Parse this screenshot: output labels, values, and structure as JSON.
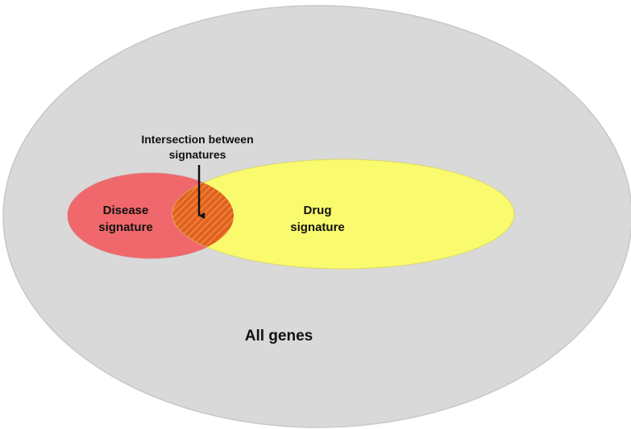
{
  "diagram": {
    "type": "venn",
    "regions": {
      "universe": {
        "label": "All genes",
        "fill": "#d9d9d9",
        "stroke": "#c8c8c8"
      },
      "disease": {
        "label_lines": [
          "Disease",
          "signature"
        ],
        "fill": "#f0686b",
        "stroke": "#e07a7c"
      },
      "drug": {
        "label_lines": [
          "Drug",
          "signature"
        ],
        "fill": "#fafa6e",
        "stroke": "#d9d86a"
      },
      "intersection": {
        "label_lines": [
          "Intersection between",
          "signatures"
        ],
        "fill": "#e0621e",
        "hatch": "#f08a45"
      }
    },
    "arrow_color": "#111111"
  }
}
